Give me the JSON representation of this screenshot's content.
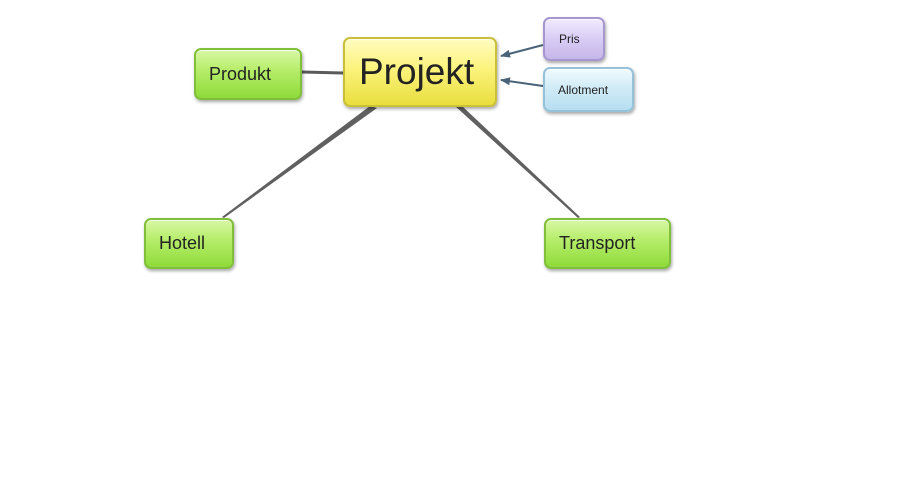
{
  "diagram": {
    "central_node": "Projekt",
    "nodes": {
      "produkt": "Produkt",
      "projekt": "Projekt",
      "pris": "Pris",
      "allotment": "Allotment",
      "hotell": "Hotell",
      "transport": "Transport"
    },
    "connections": [
      {
        "from": "Projekt",
        "to": "Produkt",
        "style": "line"
      },
      {
        "from": "Projekt",
        "to": "Hotell",
        "style": "line"
      },
      {
        "from": "Projekt",
        "to": "Transport",
        "style": "line"
      },
      {
        "from": "Pris",
        "to": "Projekt",
        "style": "arrow"
      },
      {
        "from": "Allotment",
        "to": "Projekt",
        "style": "arrow"
      }
    ],
    "colors": {
      "topic_node": "#fbf37c",
      "subtopic_node": "#b7ee6c",
      "pris_node": "#d8ccf4",
      "allotment_node": "#cfeaf6",
      "line": "#555555",
      "arrow": "#4a6378"
    }
  }
}
